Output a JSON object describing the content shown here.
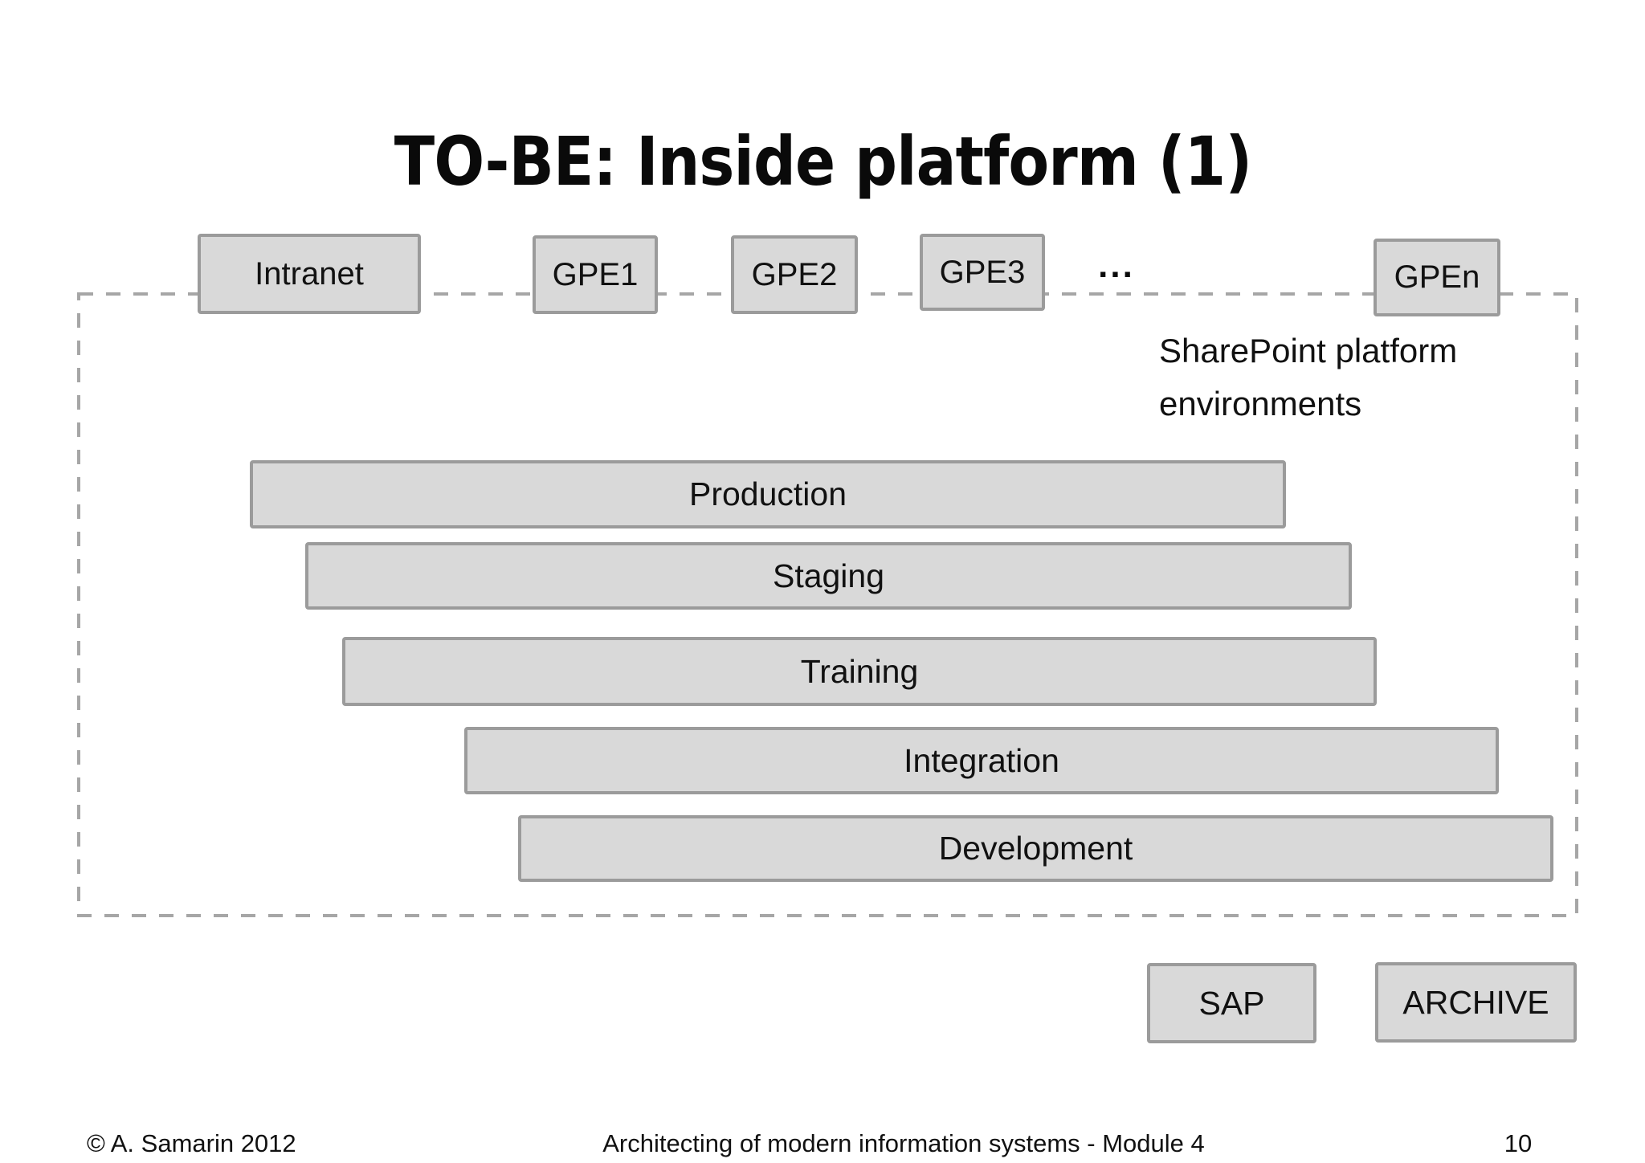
{
  "title": "TO-BE: Inside platform (1)",
  "colors": {
    "background": "#ffffff",
    "box_fill": "#d9d9d9",
    "box_border": "#9b9b9b",
    "dashed_border": "#a6a6a6",
    "text": "#111111"
  },
  "top_row": {
    "boxes": [
      {
        "label": "Intranet"
      },
      {
        "label": "GPE1"
      },
      {
        "label": "GPE2"
      },
      {
        "label": "GPE3"
      },
      {
        "label": "GPEn"
      }
    ],
    "ellipsis": "..."
  },
  "platform": {
    "label_line1": "SharePoint platform",
    "label_line2": "environments",
    "bars": [
      {
        "label": "Production"
      },
      {
        "label": "Staging"
      },
      {
        "label": "Training"
      },
      {
        "label": "Integration"
      },
      {
        "label": "Development"
      }
    ]
  },
  "external_systems": [
    {
      "label": "SAP"
    },
    {
      "label": "ARCHIVE"
    }
  ],
  "footer": {
    "copyright": "© A. Samarin 2012",
    "center": "Architecting of modern information systems - Module 4",
    "page_number": "10"
  }
}
